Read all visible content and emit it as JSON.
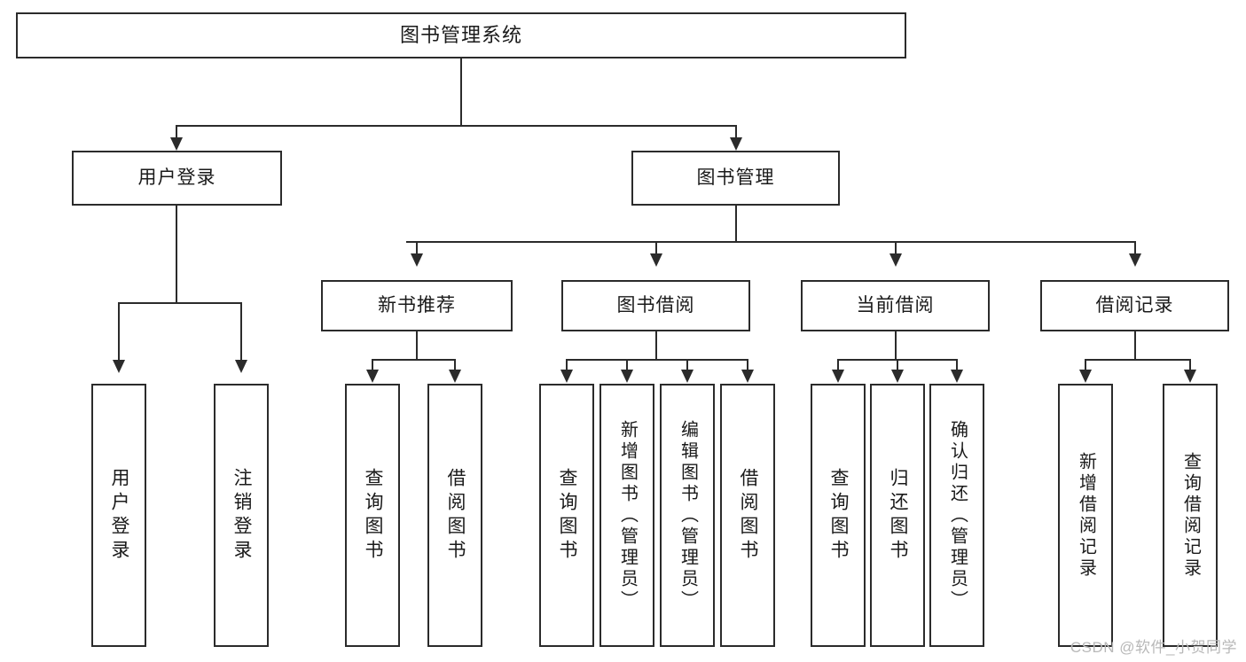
{
  "diagram": {
    "type": "tree",
    "title": "图书管理系统",
    "root": {
      "label": "图书管理系统",
      "level": 1
    },
    "level2": [
      {
        "label": "用户登录"
      },
      {
        "label": "图书管理"
      }
    ],
    "level3": [
      {
        "label": "新书推荐"
      },
      {
        "label": "图书借阅"
      },
      {
        "label": "当前借阅"
      },
      {
        "label": "借阅记录"
      }
    ],
    "leaves": {
      "user_login": [
        {
          "label": "用户登录"
        },
        {
          "label": "注销登录"
        }
      ],
      "new_book_rec": [
        {
          "label": "查询图书"
        },
        {
          "label": "借阅图书"
        }
      ],
      "book_borrow": [
        {
          "label": "查询图书"
        },
        {
          "label": "新增图书（管理员）"
        },
        {
          "label": "编辑图书（管理员）"
        },
        {
          "label": "借阅图书"
        }
      ],
      "current_borrow": [
        {
          "label": "查询图书"
        },
        {
          "label": "归还图书"
        },
        {
          "label": "确认归还（管理员）"
        }
      ],
      "borrow_record": [
        {
          "label": "新增借阅记录"
        },
        {
          "label": "查询借阅记录"
        }
      ]
    }
  },
  "watermark": {
    "text": "CSDN @软件_小贺同学"
  },
  "colors": {
    "stroke": "#2b2b2b",
    "background": "#ffffff",
    "text": "#1a1a1a",
    "watermark": "#b8b8b8"
  }
}
